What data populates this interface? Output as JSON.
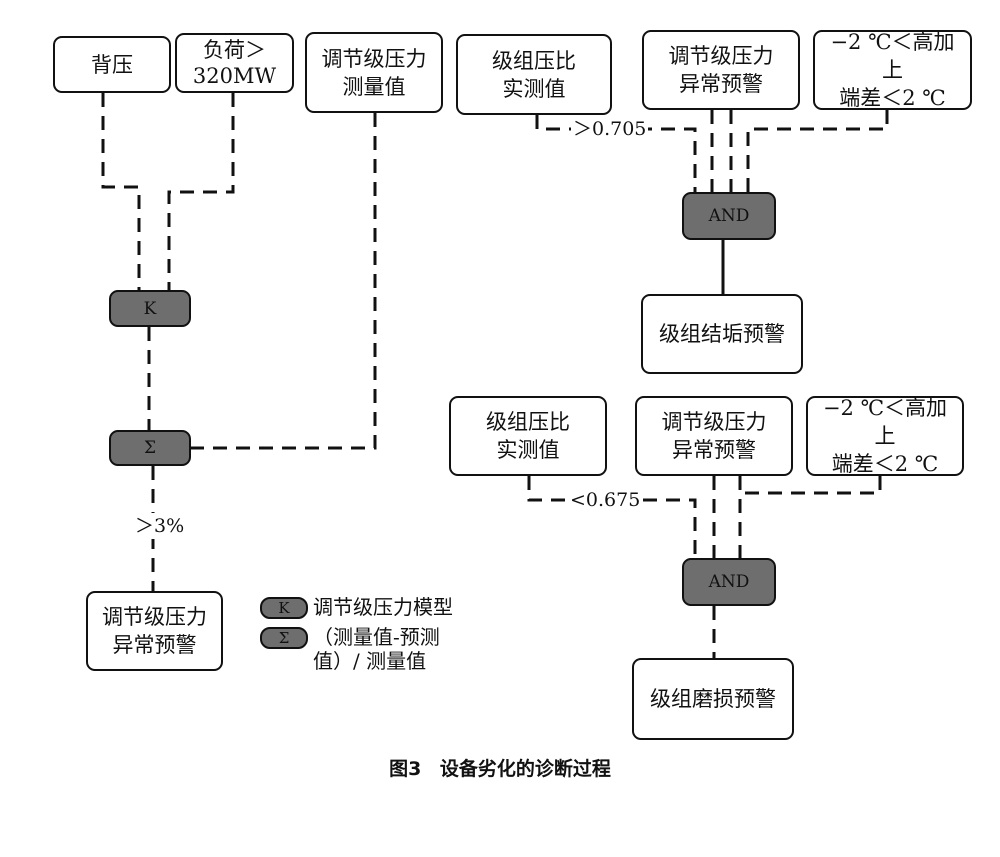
{
  "left": {
    "back_pressure": "背压",
    "load": "负荷＞\n320MW",
    "stage_meas": "调节级压力\n测量值",
    "k_node": "K",
    "sigma_node": "Σ",
    "threshold": "＞3%",
    "alarm": "调节级压力\n异常预警"
  },
  "right_top": {
    "ratio": "级组压比\n实测值",
    "stage_alarm": "调节级压力\n异常预警",
    "temp": "−2 ℃＜高加上\n端差＜2 ℃",
    "threshold": "＞0.705",
    "and_node": "AND",
    "result": "级组结垢预警"
  },
  "right_bottom": {
    "ratio": "级组压比\n实测值",
    "stage_alarm": "调节级压力\n异常预警",
    "temp": "−2 ℃＜高加上\n端差＜2 ℃",
    "threshold": "<0.675",
    "and_node": "AND",
    "result": "级组磨损预警"
  },
  "legend": {
    "k_symbol": "K",
    "k_desc": "调节级压力模型",
    "sigma_symbol": "Σ",
    "sigma_desc": "（测量值-预测\n值）/ 测量值"
  },
  "caption": {
    "number": "图3",
    "title": "设备劣化的诊断过程"
  }
}
